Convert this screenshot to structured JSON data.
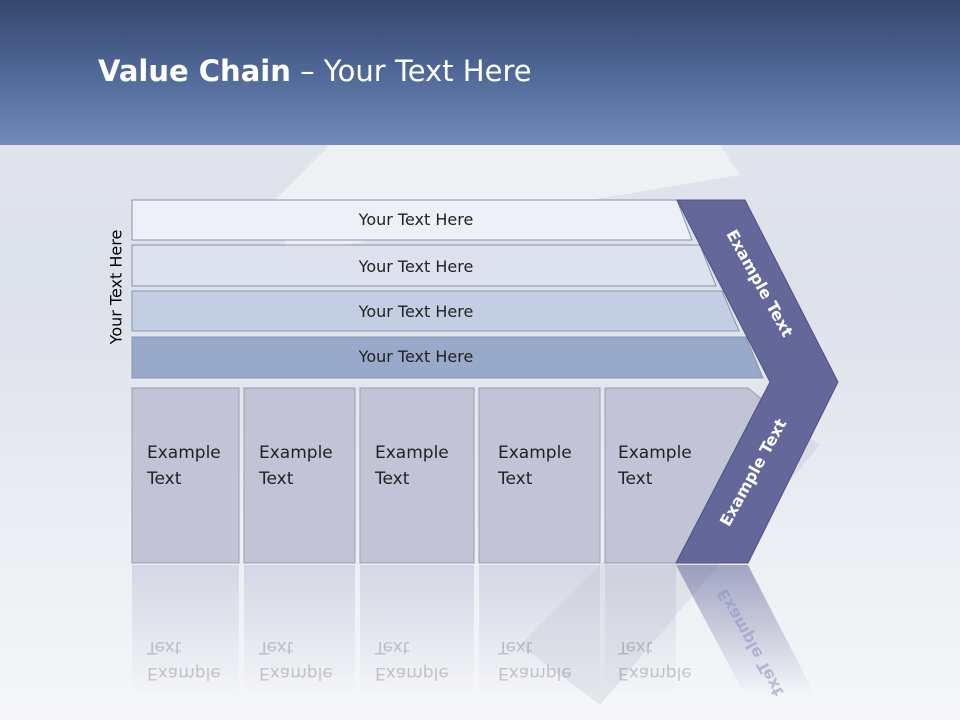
{
  "slide": {
    "title_bold": "Value Chain",
    "title_rest": " – Your Text Here",
    "side_label": "Your Text Here"
  },
  "rows": [
    {
      "label": "Your Text Here",
      "fill": "#edf0f7"
    },
    {
      "label": "Your Text Here",
      "fill": "#dde2ee"
    },
    {
      "label": "Your Text Here",
      "fill": "#c4cee2"
    },
    {
      "label": "Your Text Here",
      "fill": "#98a9c9"
    }
  ],
  "columns": [
    {
      "line1": "Example",
      "line2": "Text"
    },
    {
      "line1": "Example",
      "line2": "Text"
    },
    {
      "line1": "Example",
      "line2": "Text"
    },
    {
      "line1": "Example",
      "line2": "Text"
    },
    {
      "line1": "Example",
      "line2": "Text"
    }
  ],
  "chevron": {
    "upper_text": "Example Text",
    "lower_text": "Example Text",
    "fill": "#636799"
  },
  "colors": {
    "header_dark": "#34476b",
    "column_fill": "#c2c3d7"
  }
}
